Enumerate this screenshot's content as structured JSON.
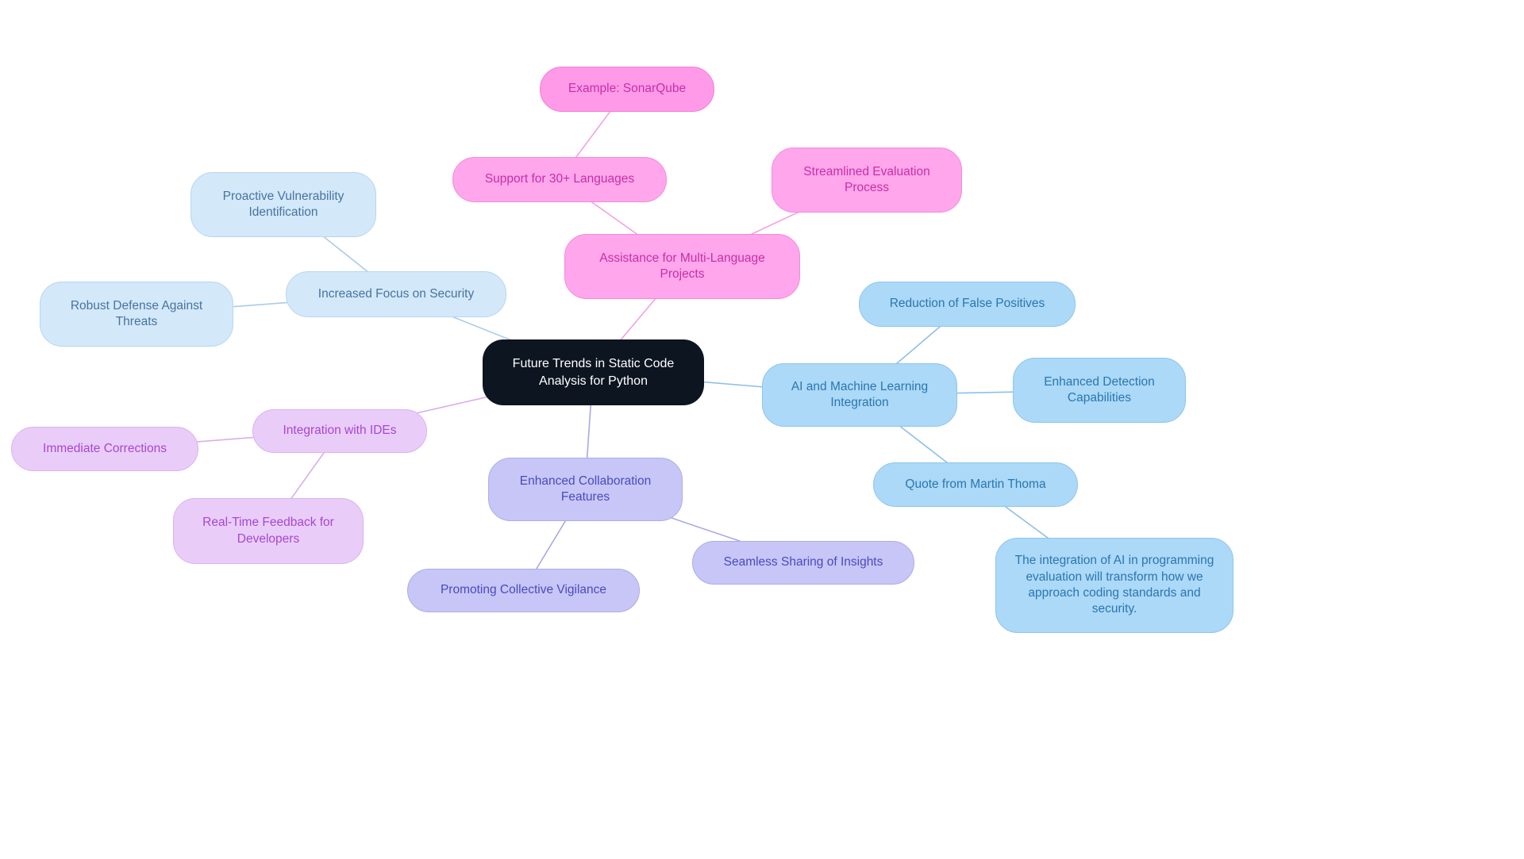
{
  "diagram_title": "Future Trends in Static Code Analysis for Python",
  "nodes": {
    "central": {
      "label": "Future Trends in Static Code Analysis for Python"
    },
    "multi_language": {
      "label": "Assistance for Multi-Language Projects",
      "support_30_languages": {
        "label": "Support for 30+ Languages",
        "example_sonarqube": {
          "label": "Example: SonarQube"
        }
      },
      "streamlined_evaluation": {
        "label": "Streamlined Evaluation Process"
      }
    },
    "security": {
      "label": "Increased Focus on Security",
      "proactive_vulnerability": {
        "label": "Proactive Vulnerability Identification"
      },
      "robust_defense": {
        "label": "Robust Defense Against Threats"
      }
    },
    "ai_ml": {
      "label": "AI and Machine Learning Integration",
      "reduction_false_positives": {
        "label": "Reduction of False Positives"
      },
      "enhanced_detection": {
        "label": "Enhanced Detection Capabilities"
      },
      "quote_martin_thoma": {
        "label": "Quote from Martin Thoma",
        "quote_text": {
          "label": "The integration of AI in programming evaluation will transform how we approach coding standards and security."
        }
      }
    },
    "ides": {
      "label": "Integration with IDEs",
      "immediate_corrections": {
        "label": "Immediate Corrections"
      },
      "real_time_feedback": {
        "label": "Real-Time Feedback for Developers"
      }
    },
    "collaboration": {
      "label": "Enhanced Collaboration Features",
      "promoting_vigilance": {
        "label": "Promoting Collective Vigilance"
      },
      "seamless_sharing": {
        "label": "Seamless Sharing of Insights"
      }
    }
  },
  "colors": {
    "central_bg": "#0d1520",
    "central_text": "#ffffff",
    "blue_left_bg": "#d3e8f9",
    "blue_left_text": "#47749f",
    "blue_right_bg": "#abd9f7",
    "blue_right_text": "#2b76b0",
    "pink_bg": "#ffa6ec",
    "pink_text": "#c62fa5",
    "purple_bg": "#e9cdf8",
    "purple_text": "#a746d2",
    "periwinkle_bg": "#c7c6f6",
    "periwinkle_text": "#4a4ac1",
    "edge_blue_left": "#a9cbe7",
    "edge_blue_right": "#8fc0e6",
    "edge_pink": "#f2a2df",
    "edge_purple": "#d8aeea",
    "edge_periwinkle": "#a9a8e6"
  }
}
